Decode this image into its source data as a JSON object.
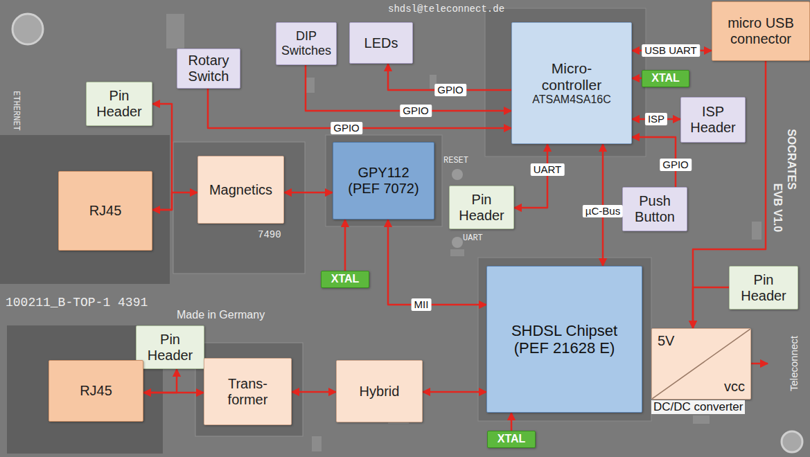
{
  "diagram": {
    "nodes": [
      {
        "text": [
          "DIP Switches"
        ]
      },
      {
        "text": [
          "LEDs"
        ]
      },
      {
        "text": [
          "Micro- controller",
          "ATSAM4SA16C"
        ]
      },
      {
        "text": [
          "micro USB connector"
        ]
      },
      {
        "text": [
          "Rotary Switch"
        ]
      },
      {
        "text": [
          "Pin Header"
        ]
      },
      {
        "text": [
          "XTAL"
        ]
      },
      {
        "text": [
          "ISP Header"
        ]
      },
      {
        "text": [
          "RJ45"
        ]
      },
      {
        "text": [
          "Magnetics"
        ]
      },
      {
        "text": [
          "GPY112 (PEF 7072)"
        ]
      },
      {
        "text": [
          "Pin Header"
        ]
      },
      {
        "text": [
          "Push Button"
        ]
      },
      {
        "text": [
          "Pin Header"
        ]
      },
      {
        "text": [
          "SHDSL Chipset (PEF 21628 E)"
        ]
      },
      {
        "text": [
          "XTAL"
        ]
      },
      {
        "text": [
          "Pin Header"
        ]
      },
      {
        "text": [
          "5V",
          "vcc",
          "DC/DC converter"
        ]
      },
      {
        "text": [
          "RJ45"
        ]
      },
      {
        "text": [
          "Trans- former"
        ]
      },
      {
        "text": [
          "Hybrid"
        ]
      },
      {
        "text": [
          "XTAL"
        ]
      }
    ],
    "edges": [
      {
        "from": 0,
        "to": 2,
        "arrow": "to",
        "label": "GPIO"
      },
      {
        "from": 2,
        "to": 1,
        "arrow": "to",
        "label": "GPIO"
      },
      {
        "from": 4,
        "to": 2,
        "arrow": "to",
        "label": "GPIO"
      },
      {
        "from": 2,
        "to": 3,
        "arrow": "both",
        "label": "USB UART"
      },
      {
        "from": 6,
        "to": 2,
        "arrow": "to"
      },
      {
        "from": 2,
        "to": 7,
        "arrow": "both",
        "label": "ISP"
      },
      {
        "from": 12,
        "to": 2,
        "arrow": "to",
        "label": "GPIO"
      },
      {
        "from": 2,
        "to": 11,
        "arrow": "both",
        "label": "UART"
      },
      {
        "from": 2,
        "to": 14,
        "arrow": "both",
        "label": "µC-Bus"
      },
      {
        "from": 3,
        "to": 17,
        "arrow": "to"
      },
      {
        "from": 13,
        "to": 17,
        "arrow": "to"
      },
      {
        "from": 8,
        "to": 5,
        "arrow": "to"
      },
      {
        "from": 8,
        "to": 9,
        "arrow": "both"
      },
      {
        "from": 9,
        "to": 10,
        "arrow": "both"
      },
      {
        "from": 15,
        "to": 10,
        "arrow": "to"
      },
      {
        "from": 10,
        "to": 14,
        "arrow": "both",
        "label": "MII"
      },
      {
        "from": 18,
        "to": 19,
        "arrow": "both"
      },
      {
        "from": 18,
        "to": 16,
        "arrow": "to"
      },
      {
        "from": 19,
        "to": 20,
        "arrow": "both"
      },
      {
        "from": 20,
        "to": 14,
        "arrow": "both"
      },
      {
        "from": 21,
        "to": 14,
        "arrow": "to"
      }
    ],
    "labels": [
      "shdsl@teleconnect.de",
      "ETHERNET",
      "RESET",
      "UART",
      "7490",
      "Made in Germany",
      "100211_B-TOP-1 4391",
      "SOCRATES",
      "EVB V1.0",
      "Teleconnect"
    ]
  }
}
